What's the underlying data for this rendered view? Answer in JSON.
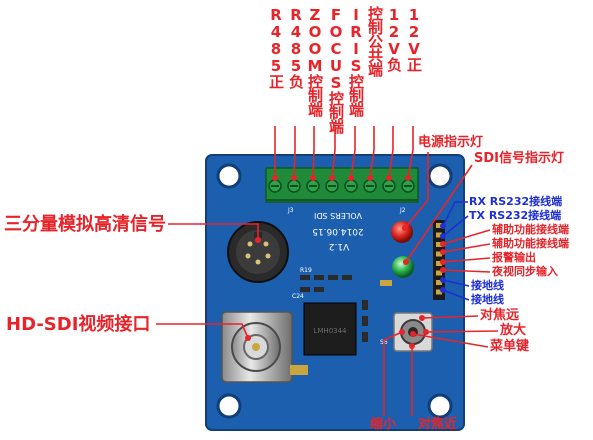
{
  "top_labels": [
    {
      "text": "R485正"
    },
    {
      "text": "R485负"
    },
    {
      "text": "ZOOM控制端"
    },
    {
      "text": "FOCUS控制端"
    },
    {
      "text": "IRIS控制端"
    },
    {
      "text": "控制公共端"
    },
    {
      "text": "12V负"
    },
    {
      "text": "12V正"
    }
  ],
  "left_labels": {
    "component": "三分量模拟高清信号",
    "sdi": "HD-SDI视频接口"
  },
  "right_labels": {
    "power_led": "电源指示灯",
    "sdi_led": "SDI信号指示灯",
    "rx": "RX  RS232接线端",
    "tx": "TX  RS232接线端",
    "aux1": "辅助功能接线端",
    "aux2": "辅助功能接线端",
    "alarm": "报警输出",
    "night": "夜视同步输入",
    "gnd1": "接地线",
    "gnd2": "接地线",
    "focus_far": "对焦远",
    "zoom_in": "放大",
    "menu": "菜单键"
  },
  "bottom_labels": {
    "zoom_out": "缩小",
    "focus_near": "对焦近"
  },
  "board": {
    "brand": "VOLERS  SDI",
    "date": "2014.06.15",
    "version": "V1.2",
    "ref_j2": "J2",
    "ref_j3": "J3",
    "ref_s6": "S6",
    "ref_r19": "R19",
    "ref_c24": "C24"
  },
  "colors": {
    "label_red": "#e8242a",
    "label_blue": "#1f2fd6",
    "pcb_blue": "#1b5fae",
    "terminal_green": "#1f8a3a"
  }
}
